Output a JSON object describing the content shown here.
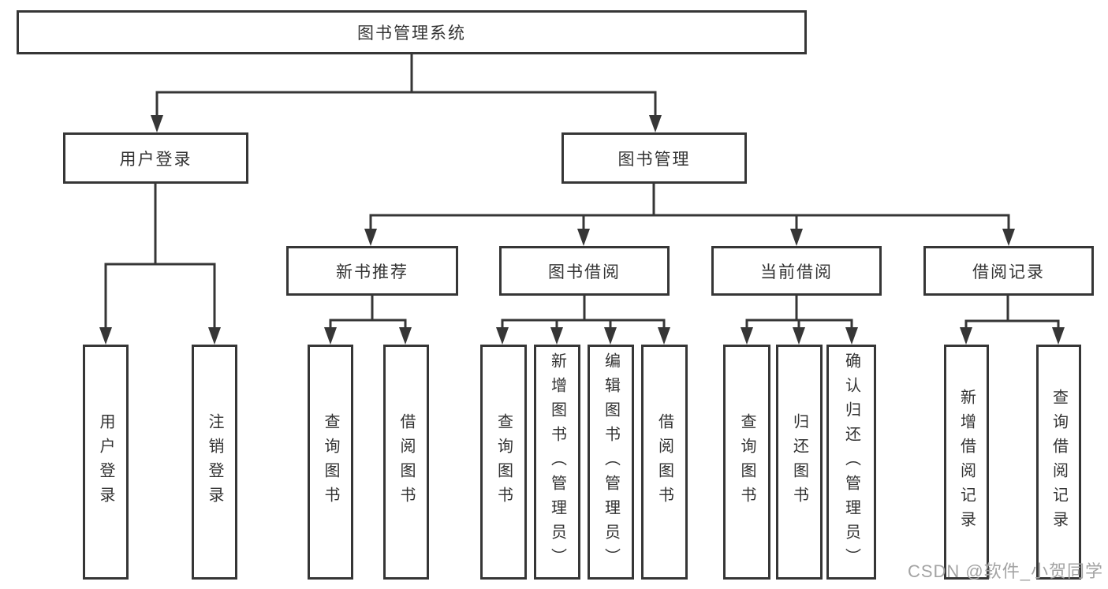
{
  "diagram": {
    "root": {
      "label": "图书管理系统"
    },
    "branches": [
      {
        "label": "用户登录",
        "children": [
          {
            "label": "用户登录"
          },
          {
            "label": "注销登录"
          }
        ]
      },
      {
        "label": "图书管理",
        "children": [
          {
            "label": "新书推荐",
            "children": [
              {
                "label": "查询图书"
              },
              {
                "label": "借阅图书"
              }
            ]
          },
          {
            "label": "图书借阅",
            "children": [
              {
                "label": "查询图书"
              },
              {
                "label": "新增图书（管理员）"
              },
              {
                "label": "编辑图书（管理员）"
              },
              {
                "label": "借阅图书"
              }
            ]
          },
          {
            "label": "当前借阅",
            "children": [
              {
                "label": "查询图书"
              },
              {
                "label": "归还图书"
              },
              {
                "label": "确认归还（管理员）"
              }
            ]
          },
          {
            "label": "借阅记录",
            "children": [
              {
                "label": "新增借阅记录"
              },
              {
                "label": "查询借阅记录"
              }
            ]
          }
        ]
      }
    ]
  },
  "watermark": {
    "text": "CSDN @软件_小贺同学"
  },
  "colors": {
    "line": "#363636",
    "box_border": "#363636",
    "text": "#333333",
    "watermark": "#a3a3a3",
    "background": "#ffffff"
  }
}
